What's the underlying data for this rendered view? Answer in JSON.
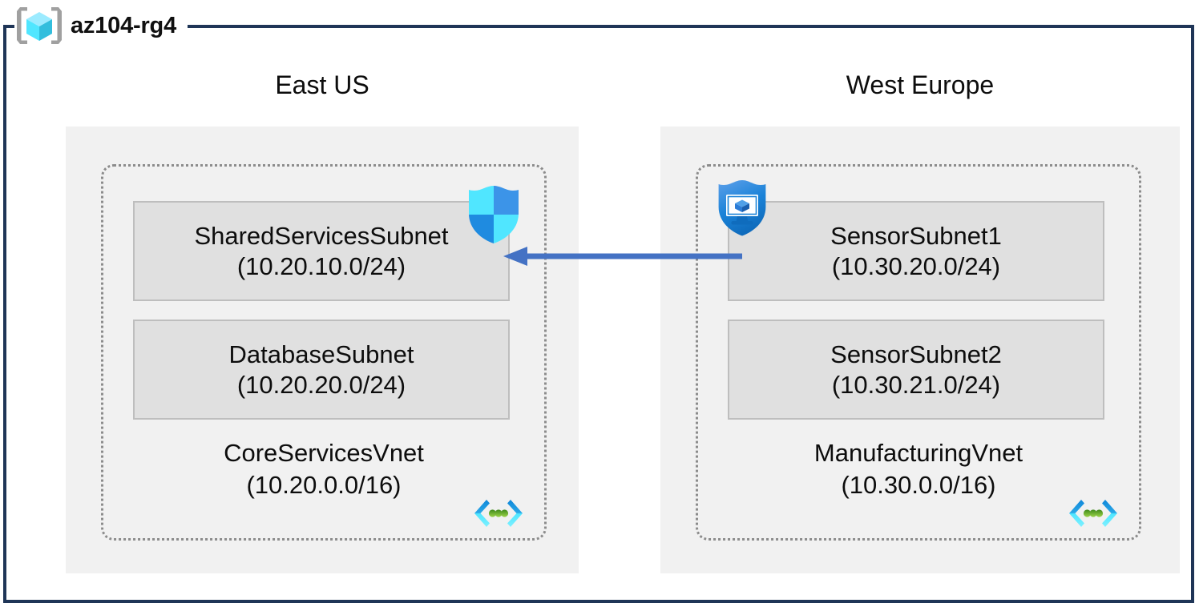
{
  "resource_group": {
    "name": "az104-rg4",
    "icon": "resource-group-cube-icon",
    "frame_color": "#1F3557"
  },
  "colors": {
    "region_fill": "#F1F1F1",
    "subnet_fill": "#E0E0E0",
    "subnet_border": "#BEBEBE",
    "vnet_border": "#8C8C8C",
    "arrow": "#4472C4",
    "cube_cyan": "#50E6FF",
    "shield_blue": "#0078D4",
    "vnet_dot_green": "#5E9624"
  },
  "regions": [
    {
      "name": "East US",
      "vnet": {
        "name": "CoreServicesVnet",
        "cidr": "(10.20.0.0/16)",
        "icon": "virtual-network-icon",
        "subnets": [
          {
            "name": "SharedServicesSubnet",
            "cidr": "(10.20.10.0/24)",
            "icon": "network-security-group-icon"
          },
          {
            "name": "DatabaseSubnet",
            "cidr": "(10.20.20.0/24)",
            "icon": null
          }
        ]
      }
    },
    {
      "name": "West Europe",
      "vnet": {
        "name": "ManufacturingVnet",
        "cidr": "(10.30.0.0/16)",
        "icon": "virtual-network-icon",
        "subnets": [
          {
            "name": "SensorSubnet1",
            "cidr": "(10.30.20.0/24)",
            "icon": "application-security-group-icon"
          },
          {
            "name": "SensorSubnet2",
            "cidr": "(10.30.21.0/24)",
            "icon": null
          }
        ]
      }
    }
  ],
  "connection": {
    "name": "vnet-peering-arrow",
    "direction": "right-to-left",
    "from": "SensorSubnet1",
    "to": "SharedServicesSubnet"
  }
}
